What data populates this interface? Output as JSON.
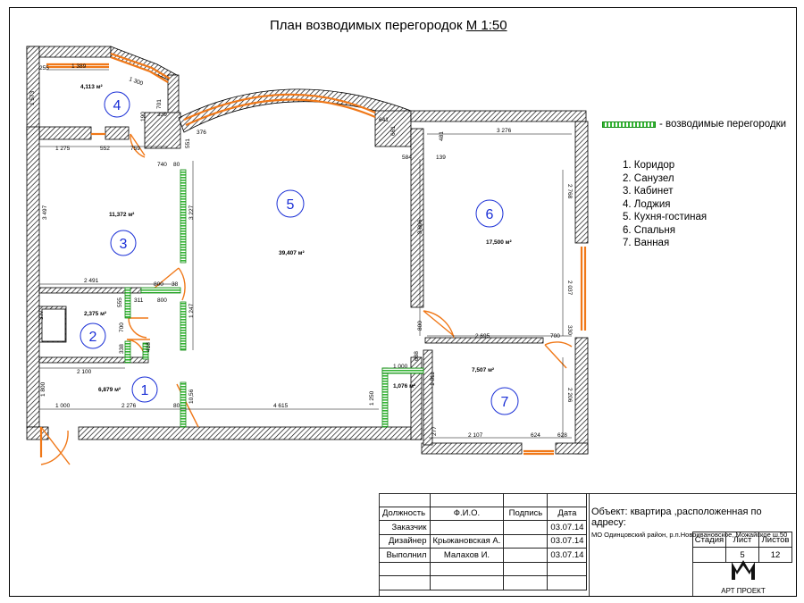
{
  "title": {
    "main": "План возводимых перегородок",
    "scale": "М 1:50"
  },
  "legend": {
    "label": "- возводимые перегородки"
  },
  "room_list": [
    "1. Коридор",
    "2. Санузел",
    "3. Кабинет",
    "4. Лоджия",
    "5. Кухня-гостиная",
    "6. Спальня",
    "7. Ванная"
  ],
  "rooms": [
    {
      "num": "1",
      "area": "6,879 м²"
    },
    {
      "num": "2",
      "area": "2,375 м²"
    },
    {
      "num": "3",
      "area": "11,372 м²"
    },
    {
      "num": "4",
      "area": "4,113 м²"
    },
    {
      "num": "5",
      "area": "39,407 м²"
    },
    {
      "num": "6",
      "area": "17,500 м²"
    },
    {
      "num": "7",
      "area": "7,507 м²"
    }
  ],
  "extra_area": "1,076 м²",
  "dims": {
    "d1389": "1 389",
    "d1300": "1 300",
    "d1573": "1 573",
    "d255": "255",
    "d701": "701",
    "d339": "339",
    "d190": "190",
    "d1275": "1 275",
    "d552": "552",
    "d759": "759",
    "d376": "376",
    "d551": "551",
    "d740": "740",
    "d80a": "80",
    "d641": "641",
    "d661": "661",
    "d584": "584",
    "d139": "139",
    "d481": "481",
    "d3276": "3 276",
    "d2768": "2 768",
    "d3497": "3 497",
    "d3227": "3 227",
    "d3806": "3 806",
    "d2491": "2 491",
    "d800a": "800",
    "d38": "38",
    "d311": "311",
    "d800b": "800",
    "d555": "555",
    "d1247": "1 247",
    "d377": "377",
    "d700a": "700",
    "d338": "338",
    "d418": "418",
    "d2037": "2 037",
    "d800c": "800",
    "d2695": "2 695",
    "d700b": "700",
    "d330": "330",
    "d2100": "2 100",
    "d1000a": "1 000",
    "d688": "688",
    "d1811": "1 811",
    "d1800": "1 800",
    "d2206": "2 206",
    "d1000b": "1 000",
    "d2276": "2 276",
    "d80b": "80",
    "d4615": "4 615",
    "d1250": "1 250",
    "d2107": "2 107",
    "d624": "624",
    "d628": "628",
    "d277": "277",
    "d1056": "10,56"
  },
  "stamp": {
    "headers": [
      "Должность",
      "Ф.И.О.",
      "Подпись",
      "Дата"
    ],
    "rows": [
      [
        "Заказчик",
        "",
        "",
        "03.07.14"
      ],
      [
        "Дизайнер",
        "Крыжановская А.",
        "",
        "03.07.14"
      ],
      [
        "Выполнил",
        "Малахов И.",
        "",
        "03.07.14"
      ]
    ]
  },
  "object": {
    "line1": "Объект: квартира ,расположенная по адресу:",
    "line2": "МО Одинцовский район, р.п.Новоивановское, Можайское ш.50"
  },
  "sheet": {
    "h1": "Стадия",
    "h2": "Лист",
    "h3": "Листов",
    "v1": "",
    "v2": "5",
    "v3": "12"
  },
  "logo": {
    "text": "АРТ ПРОЕКТ"
  },
  "colors": {
    "wall_hatch": "#000000",
    "window": "#f07818",
    "new_partition": "#34b534",
    "room_number": "#1a2fd6"
  }
}
